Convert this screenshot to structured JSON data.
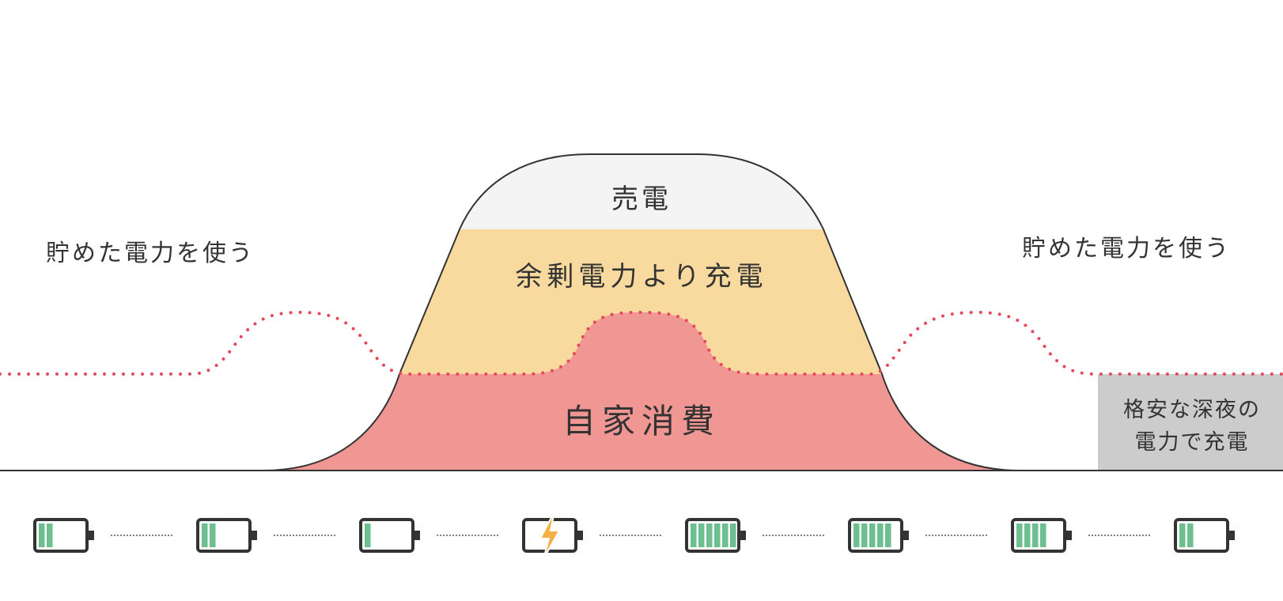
{
  "labels": {
    "sell": "売電",
    "surplus_charge": "余剰電力より充電",
    "self_consumption": "自家消費",
    "use_stored_left": "貯めた電力を使う",
    "use_stored_right": "貯めた電力を使う",
    "night_charge_line1": "格安な深夜の",
    "night_charge_line2": "電力で充電"
  },
  "colors": {
    "sell_fill": "#f4f4f4",
    "surplus_fill": "#f8da9e",
    "self_consumption_fill": "#f09794",
    "night_fill": "#cccccc",
    "dotted_line": "#e5485b",
    "battery_fill": "#6dbf8f",
    "battery_outline": "#333333",
    "lightning": "#f5b042"
  },
  "batteries": [
    {
      "level": 2,
      "max": 6,
      "icon": "battery-icon"
    },
    {
      "level": 2,
      "max": 6,
      "icon": "battery-icon"
    },
    {
      "level": 1,
      "max": 6,
      "icon": "battery-icon"
    },
    {
      "level": 0,
      "max": 6,
      "icon": "battery-charging-icon",
      "charging": true
    },
    {
      "level": 6,
      "max": 6,
      "icon": "battery-icon"
    },
    {
      "level": 5,
      "max": 6,
      "icon": "battery-icon"
    },
    {
      "level": 4,
      "max": 6,
      "icon": "battery-icon"
    },
    {
      "level": 2,
      "max": 6,
      "icon": "battery-icon"
    }
  ]
}
